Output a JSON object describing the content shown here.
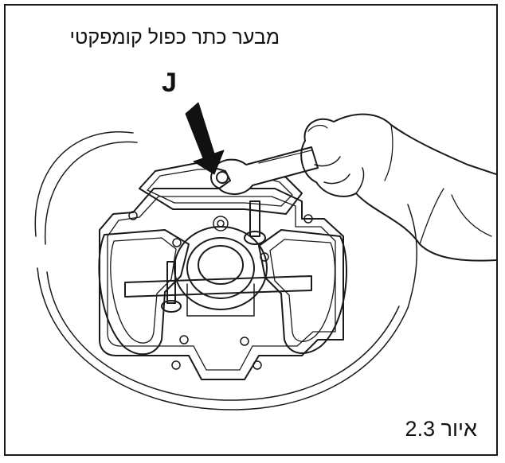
{
  "caption": {
    "title": "מבער כתר כפול קומפקטי",
    "pointer_label": "J",
    "figure_number": "איור 2.3"
  },
  "colors": {
    "line": "#1a1a1a",
    "background": "#ffffff"
  },
  "icons": {
    "pointer": "down-arrow-icon",
    "tool": "wrench-icon",
    "hand": "hand-icon"
  }
}
